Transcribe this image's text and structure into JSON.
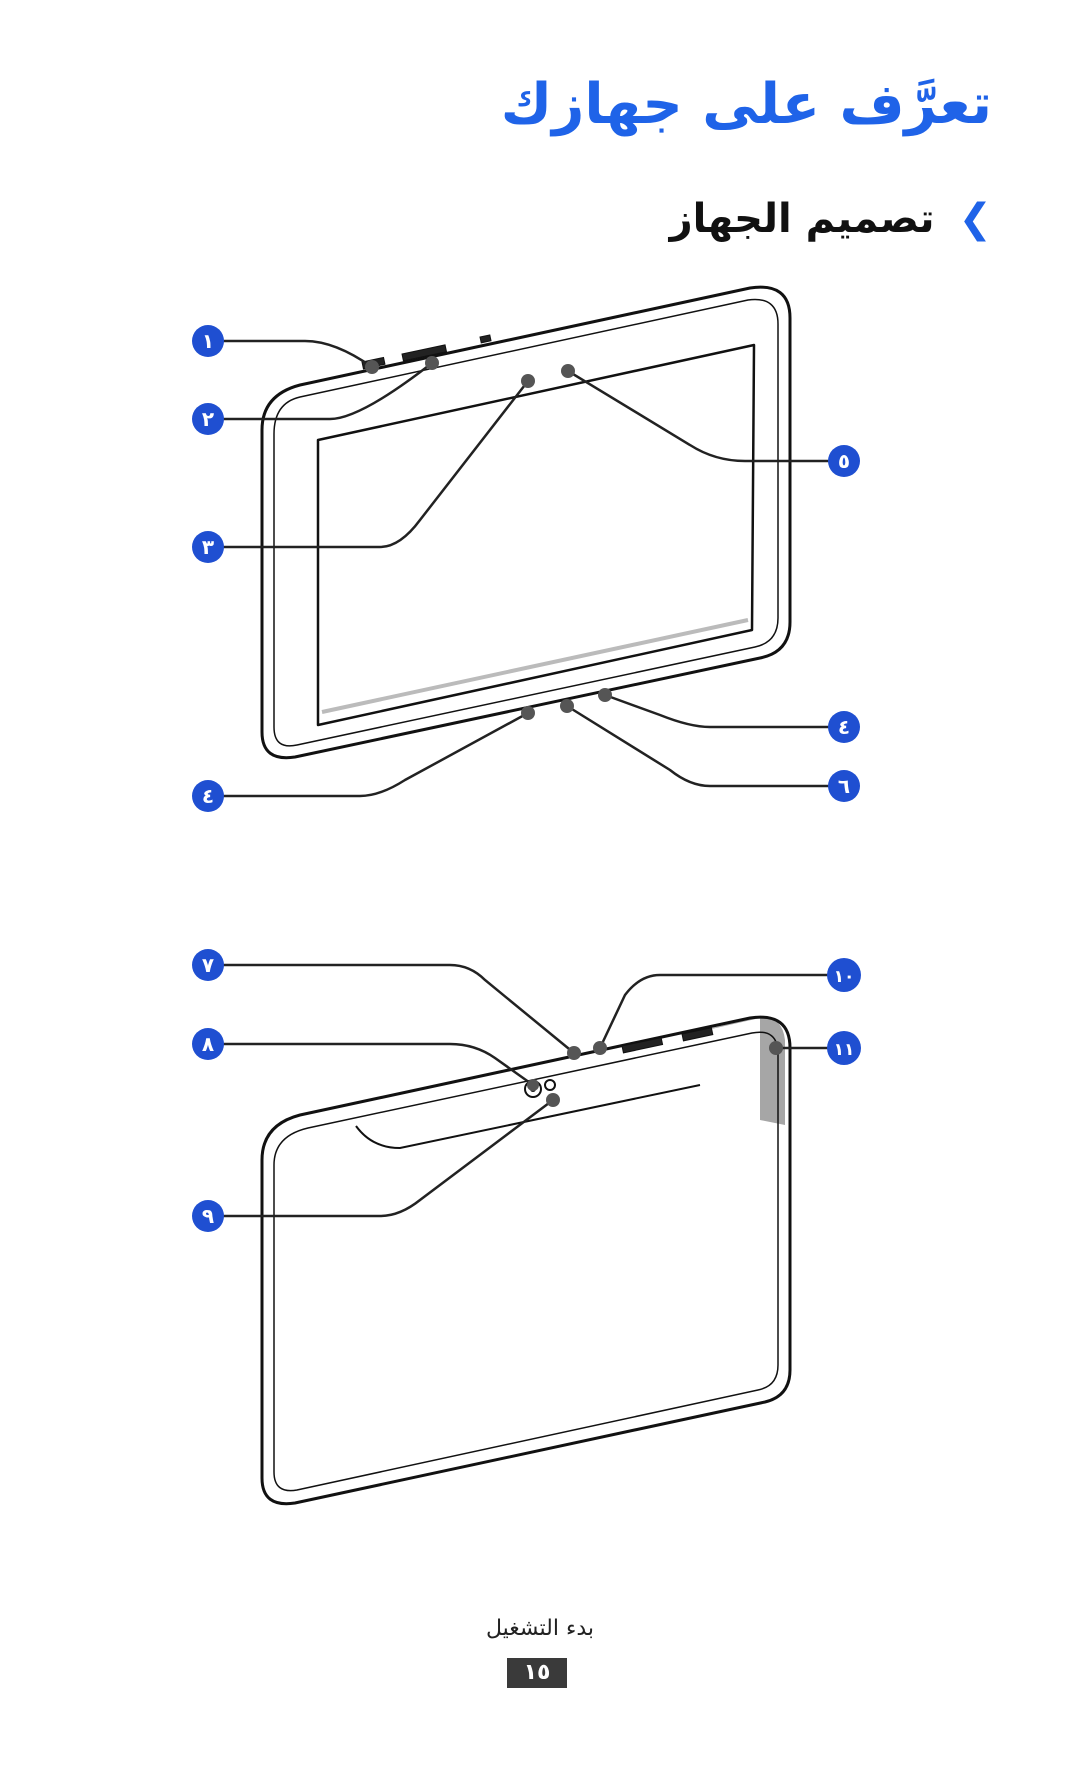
{
  "header": {
    "title": "تعرَّف على جهازك",
    "section_title": "تصميم الجهاز",
    "section_chevron": "❯"
  },
  "figure_front": {
    "callouts": [
      "١",
      "٢",
      "٣",
      "٥",
      "٤",
      "٤",
      "٦"
    ]
  },
  "figure_back": {
    "callouts": [
      "٧",
      "٨",
      "٩",
      "١٠",
      "١١"
    ]
  },
  "footer": {
    "section": "بدء التشغيل",
    "page": "١٥"
  },
  "colors": {
    "accent": "#1f63e8",
    "callout_badge": "#1f4fd1",
    "page_box": "#3a3a3a",
    "highlight_region": "#a6a6a6"
  }
}
